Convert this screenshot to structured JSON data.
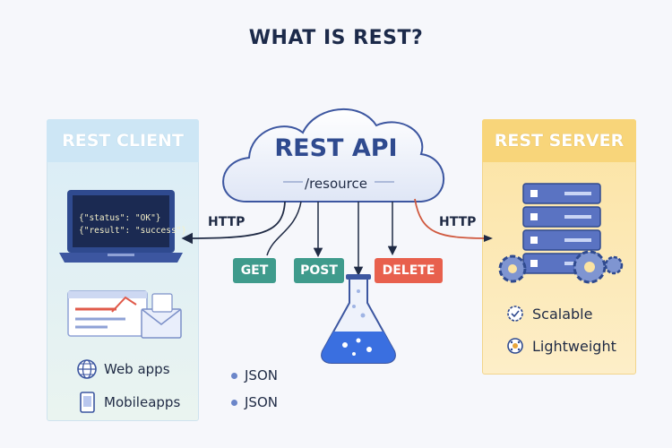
{
  "title": "WHAT IS REST?",
  "client": {
    "heading": "REST CLIENT",
    "code_lines": [
      "{\"status\": \"OK\"}",
      "{\"result\": \"success\"}"
    ],
    "items": [
      {
        "icon": "globe-icon",
        "label": "Web apps"
      },
      {
        "icon": "mobile-phone-icon",
        "label": "Mobileapps"
      }
    ]
  },
  "api": {
    "title": "REST API",
    "resource": "/resource"
  },
  "http_left": "HTTP",
  "http_right": "HTTP",
  "methods": [
    {
      "label": "GET",
      "color": "#3f9b8c"
    },
    {
      "label": "POST",
      "color": "#3f9b8c"
    },
    {
      "label": "DELETE",
      "color": "#e8604d"
    }
  ],
  "formats": [
    "JSON",
    "JSON"
  ],
  "server": {
    "heading": "REST SERVER",
    "features": [
      {
        "icon": "check-badge-icon",
        "label": "Scalable"
      },
      {
        "icon": "feather-icon",
        "label": "Lightweight"
      }
    ]
  },
  "colors": {
    "accent_blue": "#2f4a8f",
    "get_post": "#3f9b8c",
    "delete": "#e8604d",
    "server_arrow": "#d0593f"
  }
}
